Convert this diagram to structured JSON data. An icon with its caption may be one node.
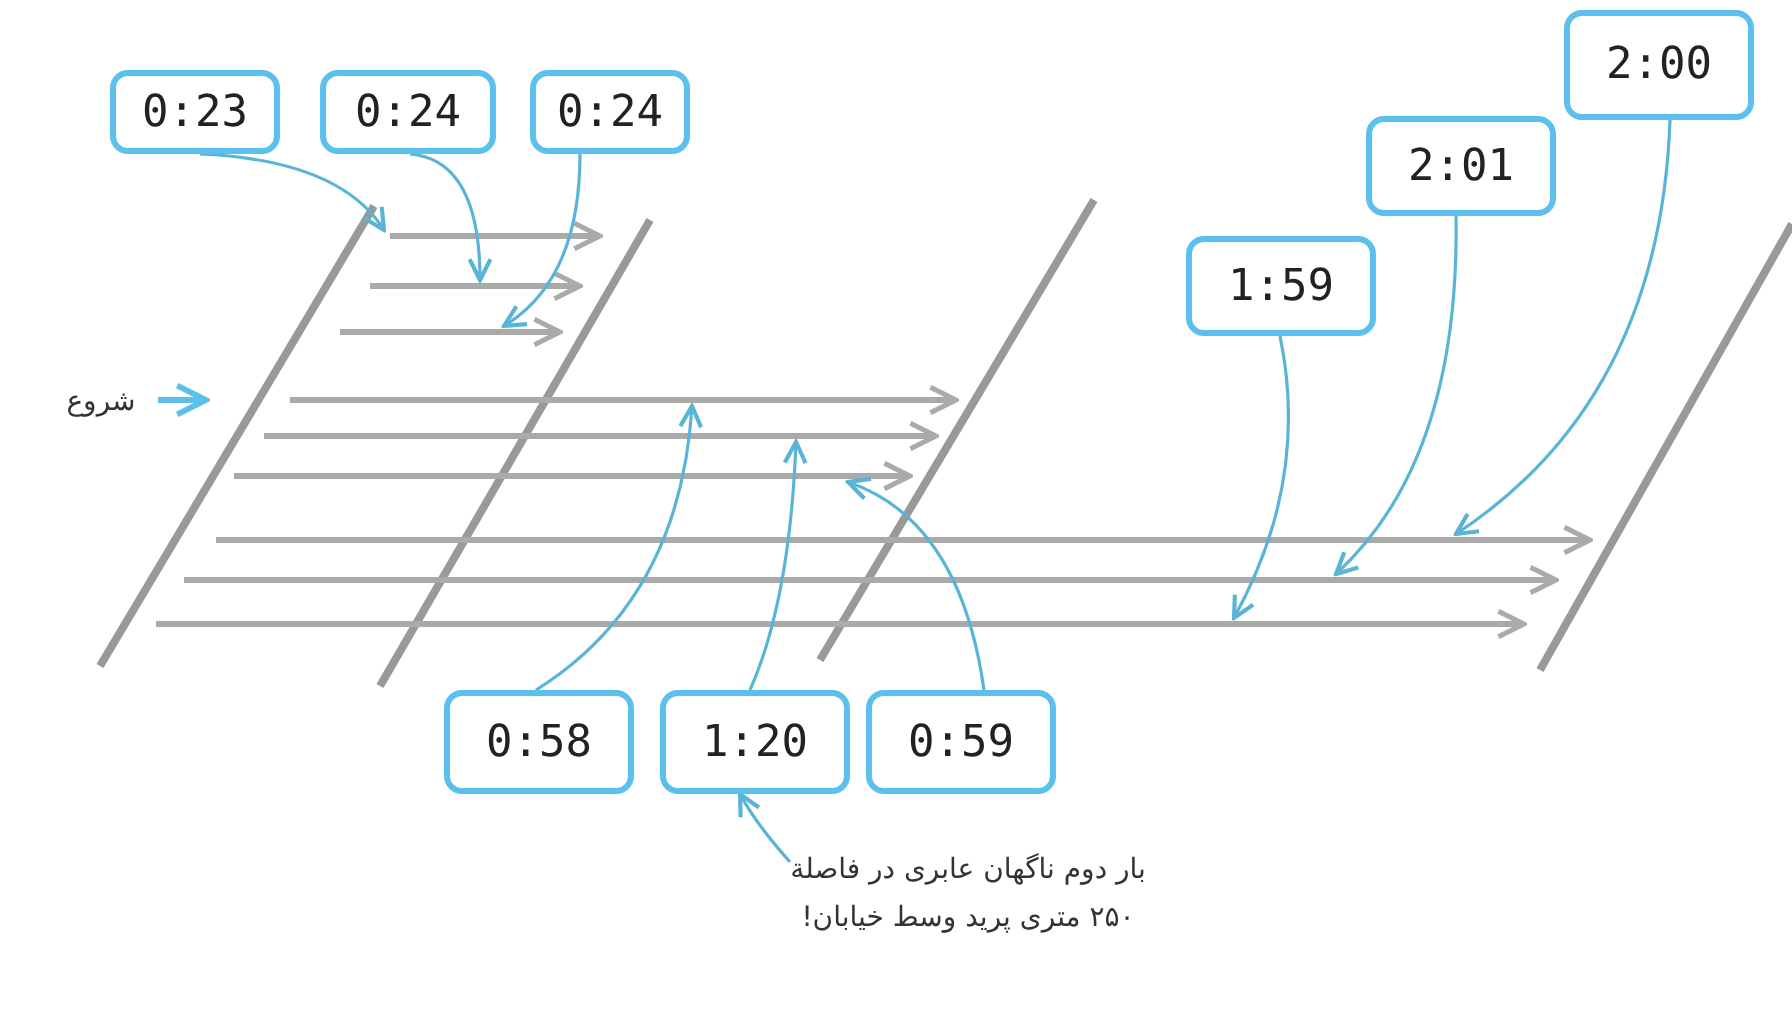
{
  "diagram": {
    "nodes": [
      {
        "text": [
          "0:23"
        ]
      },
      {
        "text": [
          "0:24"
        ]
      },
      {
        "text": [
          "0:24"
        ]
      },
      {
        "text": [
          "2:00"
        ]
      },
      {
        "text": [
          "2:01"
        ]
      },
      {
        "text": [
          "1:59"
        ]
      },
      {
        "text": [
          "شروع"
        ]
      },
      {
        "text": [
          "0:58"
        ]
      },
      {
        "text": [
          "1:20"
        ]
      },
      {
        "text": [
          "0:59"
        ]
      },
      {
        "text": [
          "بار دوم ناگهان عابری در فاصلة ۲۵۰ متری پرید وسط خیابان!"
        ]
      },
      {
        "text": [],
        "shape": "arrow"
      },
      {
        "text": [],
        "shape": "arrow"
      },
      {
        "text": [],
        "shape": "arrow"
      },
      {
        "text": [],
        "shape": "arrow"
      },
      {
        "text": [],
        "shape": "arrow"
      },
      {
        "text": [],
        "shape": "arrow"
      },
      {
        "text": [],
        "shape": "arrow"
      },
      {
        "text": [],
        "shape": "arrow"
      },
      {
        "text": [],
        "shape": "arrow"
      }
    ],
    "edges": [
      {
        "from": 0,
        "to": 11,
        "arrow": "to"
      },
      {
        "from": 1,
        "to": 12,
        "arrow": "to"
      },
      {
        "from": 2,
        "to": 13,
        "arrow": "to"
      },
      {
        "from": 3,
        "to": 17,
        "arrow": "to"
      },
      {
        "from": 4,
        "to": 18,
        "arrow": "to"
      },
      {
        "from": 5,
        "to": 19,
        "arrow": "to"
      },
      {
        "from": 7,
        "to": 14,
        "arrow": "to"
      },
      {
        "from": 8,
        "to": 15,
        "arrow": "to"
      },
      {
        "from": 9,
        "to": 16,
        "arrow": "to"
      },
      {
        "from": 10,
        "to": 8,
        "arrow": "to"
      },
      {
        "from": 6,
        "to": null,
        "arrow": "to"
      }
    ]
  }
}
